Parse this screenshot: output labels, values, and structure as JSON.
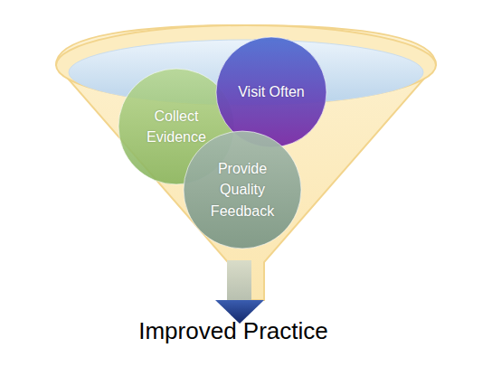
{
  "diagram": {
    "nodes": [
      {
        "text": [
          "Collect Evidence"
        ]
      },
      {
        "text": [
          "Visit Often"
        ]
      },
      {
        "text": [
          "Provide Quality Feedback"
        ]
      }
    ],
    "labels": [
      "Improved Practice"
    ]
  }
}
